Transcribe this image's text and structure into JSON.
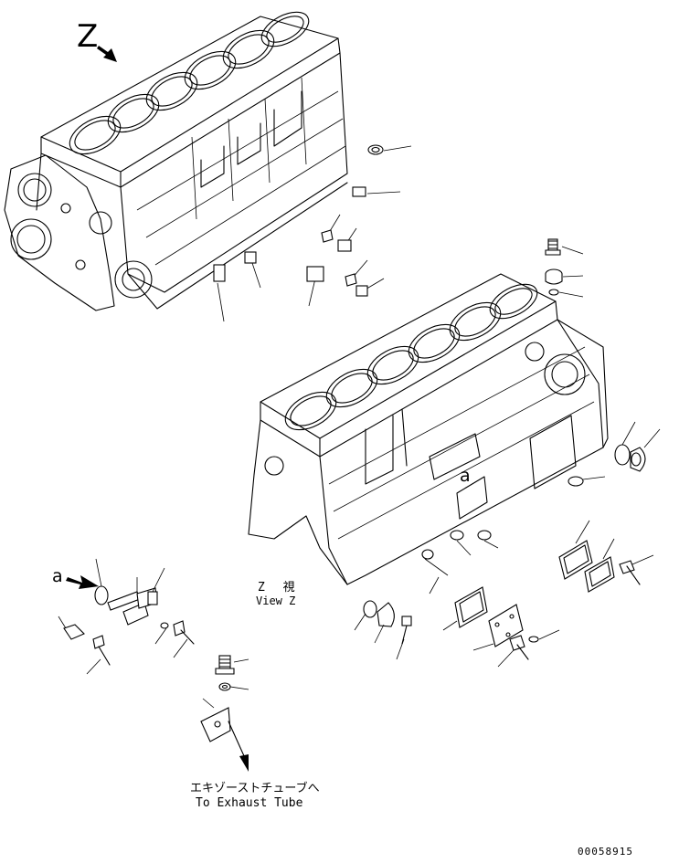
{
  "view_marker": "Z",
  "view_label_jp": "Z 視",
  "view_label_en": "View Z",
  "exhaust_label_jp": "エキゾーストチューブへ",
  "exhaust_label_en": "To Exhaust Tube",
  "reference_mark": "a",
  "document_number": "00058915",
  "colors": {
    "line": "#000000",
    "background": "#ffffff"
  }
}
